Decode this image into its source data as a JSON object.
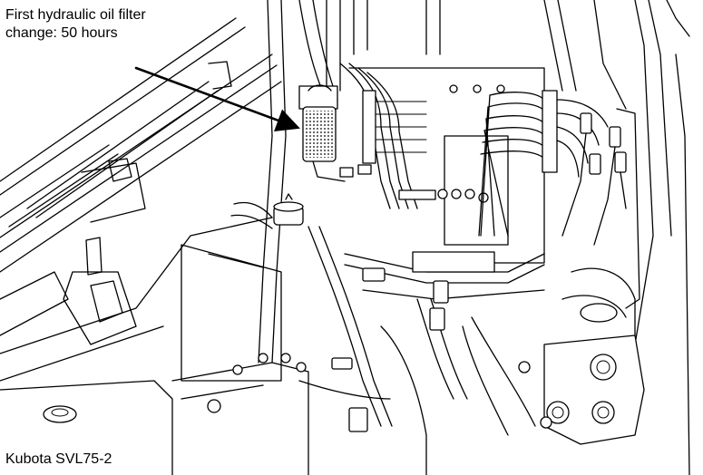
{
  "callout": {
    "line1": "First hydraulic oil filter",
    "line2": "change: 50 hours"
  },
  "model": "Kubota SVL75-2",
  "colors": {
    "ink": "#000000",
    "paper": "#ffffff"
  }
}
